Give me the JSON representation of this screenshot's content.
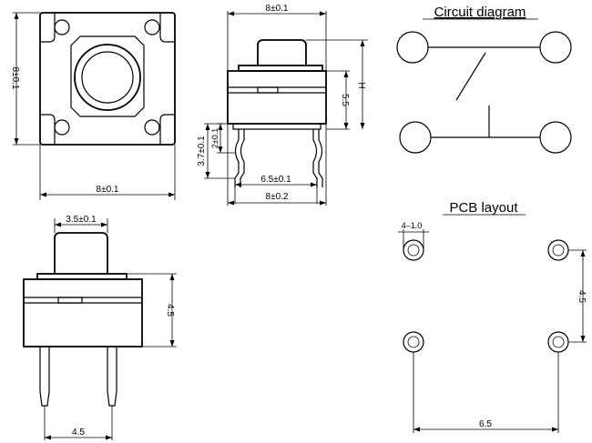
{
  "top_view": {
    "height_dim": "8±0.1",
    "width_dim": "8±0.1"
  },
  "side_view": {
    "width_top": "8±0.1",
    "dim_55": "5.5",
    "dim_h": "H",
    "dim_37": "3.7±0.1",
    "dim_2": "2±0.1",
    "pin_pitch": "6.5±0.1",
    "width_bottom": "8±0.2"
  },
  "front_view": {
    "actuator_width": "3.5±0.1",
    "height_dim": "4.5",
    "pin_pitch": "4.5"
  },
  "circuit": {
    "title": "Circuit diagram"
  },
  "pcb": {
    "title": "PCB layout",
    "hole_dim": "4–1.0",
    "vertical_pitch": "4.5",
    "horizontal_pitch": "6.5"
  }
}
